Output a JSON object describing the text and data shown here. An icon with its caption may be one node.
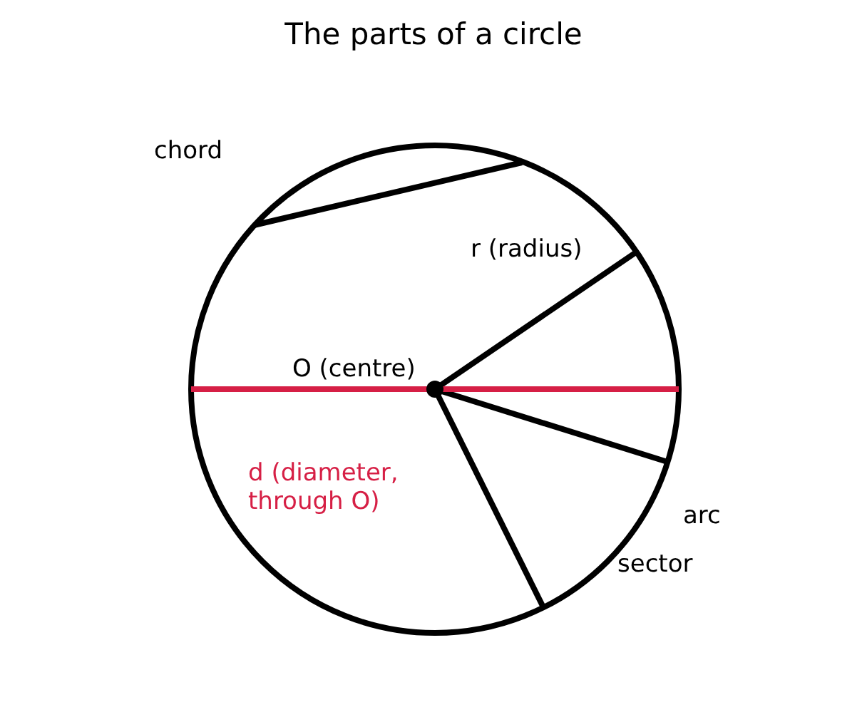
{
  "diagram": {
    "title": "The parts of a circle",
    "labels": [
      "chord",
      "r (radius)",
      "O (centre)",
      "d (diameter, through O)",
      "arc",
      "sector"
    ]
  }
}
